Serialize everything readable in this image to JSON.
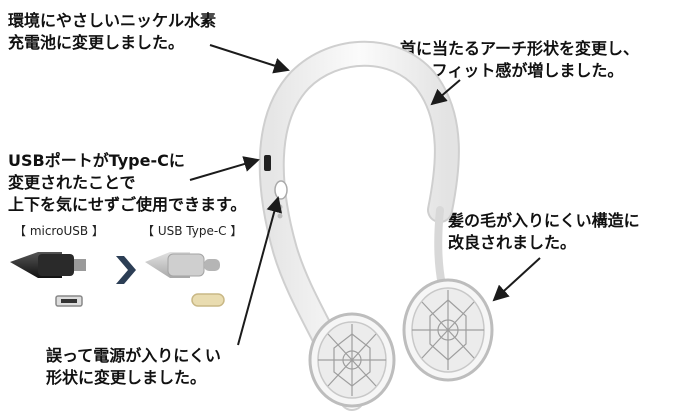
{
  "notes": {
    "battery": [
      "環境にやさしいニッケル水素",
      "充電池に変更しました。"
    ],
    "arch": [
      "首に当たるアーチ形状を変更し、",
      "よりフィット感が増しました。"
    ],
    "usb": [
      "USBポートがType-Cに",
      "変更されたことで",
      "上下を気にせずご使用できます。"
    ],
    "hair": [
      "髪の毛が入りにくい構造に",
      "改良されました。"
    ],
    "power": [
      "誤って電源が入りにくい",
      "形状に変更しました。"
    ]
  },
  "connectors": {
    "old_label": "【 microUSB 】",
    "new_label": "【 USB Type-C 】"
  },
  "colors": {
    "device_body": "#f4f4f4",
    "outline": "#c9c9c9",
    "arrow": "#1b1b1b",
    "chevron": "#2c3e55",
    "typec_port": "#e9dcb0"
  }
}
